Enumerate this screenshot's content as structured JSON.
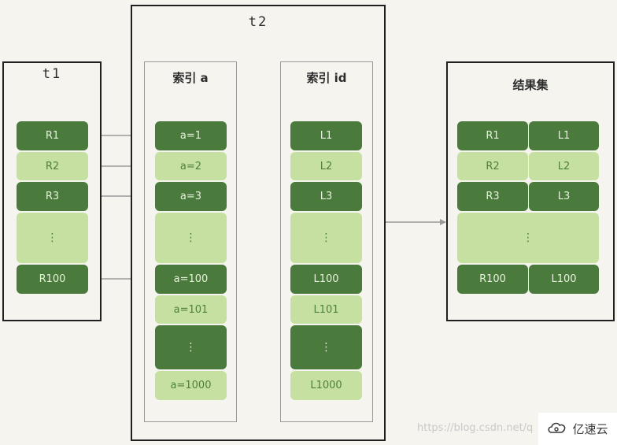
{
  "t1": {
    "title": "t1",
    "rows": [
      "R1",
      "R2",
      "R3",
      "⋮",
      "R100"
    ]
  },
  "t2": {
    "title": "t2",
    "index_a": {
      "title": "索引 a",
      "rows": [
        "a=1",
        "a=2",
        "a=3",
        "⋮",
        "a=100",
        "a=101",
        "⋮",
        "a=1000"
      ]
    },
    "index_id": {
      "title": "索引 id",
      "rows": [
        "L1",
        "L2",
        "L3",
        "⋮",
        "L100",
        "L101",
        "⋮",
        "L1000"
      ]
    }
  },
  "result": {
    "title": "结果集",
    "left": [
      "R1",
      "R2",
      "R3",
      "⋮",
      "R100"
    ],
    "right": [
      "L1",
      "L2",
      "L3",
      "",
      "L100"
    ]
  },
  "watermark": {
    "url": "https://blog.csdn.net/q",
    "logo": "亿速云"
  },
  "colors": {
    "dark_green": "#4a7a3c",
    "light_green": "#c5e0a0",
    "arrow": "#9a9a9a"
  }
}
